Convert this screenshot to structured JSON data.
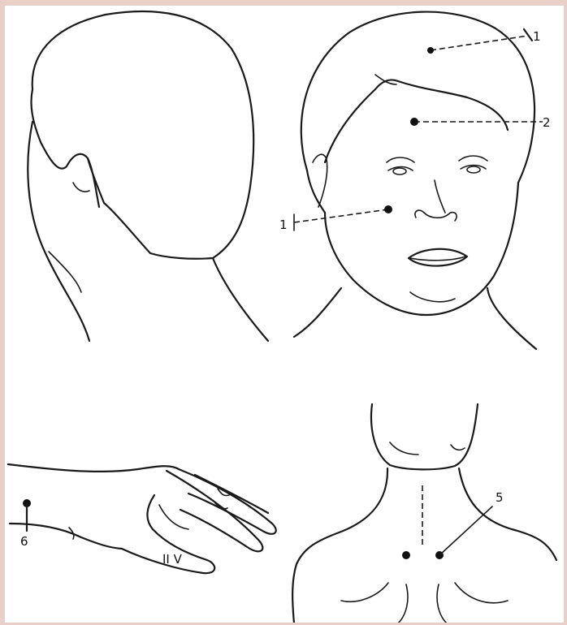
{
  "figure": {
    "callouts": [
      {
        "id": "crown",
        "label": "1"
      },
      {
        "id": "forehead",
        "label": "2"
      },
      {
        "id": "cheek",
        "label": "1"
      },
      {
        "id": "wrist",
        "label": "6"
      },
      {
        "id": "thumb",
        "label": "II V"
      },
      {
        "id": "neck",
        "label": "5"
      }
    ],
    "colors": {
      "ink": "#1a1a1a",
      "border": "#e8cfc8",
      "paper": "#ffffff"
    }
  }
}
